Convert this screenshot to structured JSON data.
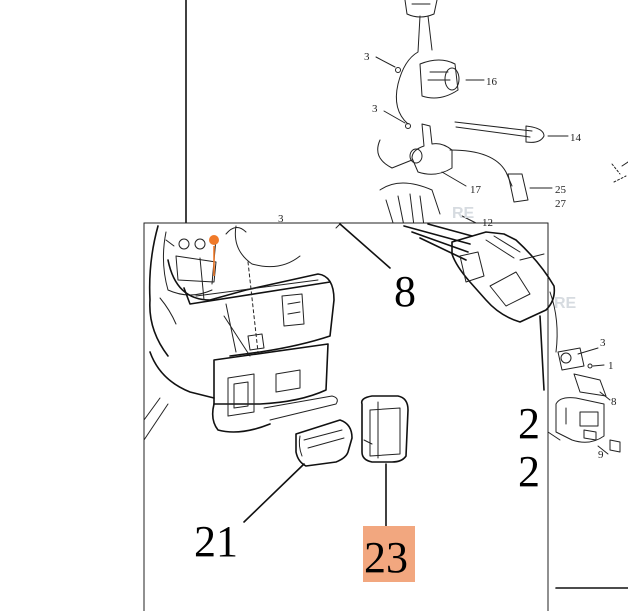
{
  "overview_callouts": [
    {
      "id": "c3a",
      "label": "3"
    },
    {
      "id": "c16",
      "label": "16"
    },
    {
      "id": "c3b",
      "label": "3"
    },
    {
      "id": "c14",
      "label": "14"
    },
    {
      "id": "c17",
      "label": "17"
    },
    {
      "id": "c25",
      "label": "25"
    },
    {
      "id": "c27",
      "label": "27"
    },
    {
      "id": "c3c",
      "label": "3"
    },
    {
      "id": "c12",
      "label": "12"
    },
    {
      "id": "c3d",
      "label": "3"
    },
    {
      "id": "c1",
      "label": "1"
    },
    {
      "id": "c8s",
      "label": "8"
    },
    {
      "id": "c9",
      "label": "9"
    }
  ],
  "detail_callouts": [
    {
      "id": "d8",
      "label": "8"
    },
    {
      "id": "d2a",
      "label": "2"
    },
    {
      "id": "d2b",
      "label": "2"
    },
    {
      "id": "d21",
      "label": "21"
    },
    {
      "id": "d23",
      "label": "23",
      "highlighted": true
    }
  ],
  "watermark": {
    "fragment_1": "RE"
  },
  "colors": {
    "highlight": "#f2a77f",
    "marker_orange": "#f07a2a",
    "line": "#222222"
  }
}
